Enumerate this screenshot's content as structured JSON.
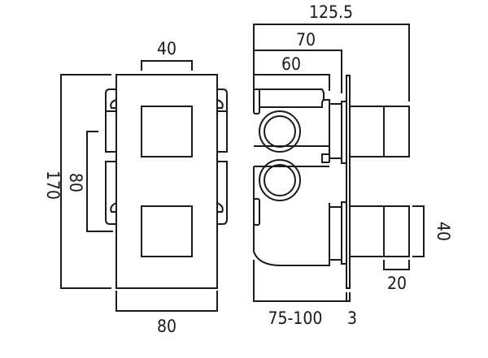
{
  "front_view": {
    "dim_handle_width": "40",
    "dim_plate_width": "80",
    "dim_plate_height": "170",
    "dim_handle_spacing": "80"
  },
  "side_view": {
    "dim_total_depth": "125.5",
    "dim_body_depth_70": "70",
    "dim_body_depth_60": "60",
    "dim_wall_depth": "75-100",
    "dim_plate_thickness": "3",
    "dim_handle_height": "40",
    "dim_handle_segment": "20"
  },
  "colors": {
    "line": "#1a1a1a",
    "background": "#ffffff"
  }
}
